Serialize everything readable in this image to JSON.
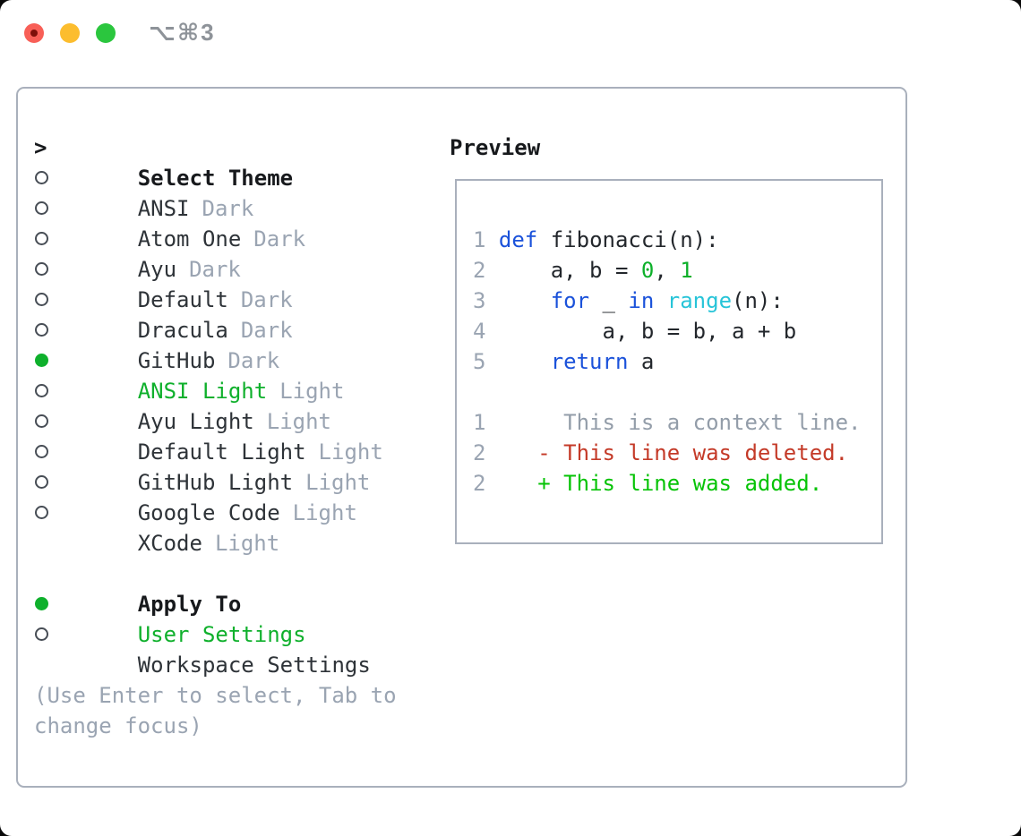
{
  "window": {
    "title_shortcut": "⌥⌘3",
    "traffic_lights": [
      "close",
      "minimize",
      "zoom"
    ]
  },
  "theme_picker": {
    "header": {
      "marker": ">",
      "label": "Select Theme"
    },
    "themes": [
      {
        "name": "ANSI",
        "tag": "Dark",
        "selected": false
      },
      {
        "name": "Atom One",
        "tag": "Dark",
        "selected": false
      },
      {
        "name": "Ayu",
        "tag": "Dark",
        "selected": false
      },
      {
        "name": "Default",
        "tag": "Dark",
        "selected": false
      },
      {
        "name": "Dracula",
        "tag": "Dark",
        "selected": false
      },
      {
        "name": "GitHub",
        "tag": "Dark",
        "selected": false
      },
      {
        "name": "ANSI Light",
        "tag": "Light",
        "selected": true
      },
      {
        "name": "Ayu Light",
        "tag": "Light",
        "selected": false
      },
      {
        "name": "Default Light",
        "tag": "Light",
        "selected": false
      },
      {
        "name": "GitHub Light",
        "tag": "Light",
        "selected": false
      },
      {
        "name": "Google Code",
        "tag": "Light",
        "selected": false
      },
      {
        "name": "XCode",
        "tag": "Light",
        "selected": false
      }
    ],
    "apply_to": {
      "label": "Apply To",
      "options": [
        {
          "name": "User Settings",
          "selected": true
        },
        {
          "name": "Workspace Settings",
          "selected": false
        }
      ]
    },
    "hint_line1": "(Use Enter to select, Tab to",
    "hint_line2": "change focus)"
  },
  "preview": {
    "label": "Preview",
    "lines": [
      {
        "segs": [
          {
            "c": "ln",
            "t": "1 "
          },
          {
            "c": "kw",
            "t": "def"
          },
          {
            "c": "tx",
            "t": " fibonacci(n):"
          }
        ]
      },
      {
        "segs": [
          {
            "c": "ln",
            "t": "2 "
          },
          {
            "c": "tx",
            "t": "    a, b = "
          },
          {
            "c": "lit",
            "t": "0"
          },
          {
            "c": "tx",
            "t": ", "
          },
          {
            "c": "lit",
            "t": "1"
          }
        ]
      },
      {
        "segs": [
          {
            "c": "ln",
            "t": "3 "
          },
          {
            "c": "tx",
            "t": "    "
          },
          {
            "c": "kw",
            "t": "for"
          },
          {
            "c": "tx",
            "t": " _ "
          },
          {
            "c": "kw",
            "t": "in"
          },
          {
            "c": "tx",
            "t": " "
          },
          {
            "c": "fn",
            "t": "range"
          },
          {
            "c": "tx",
            "t": "(n):"
          }
        ]
      },
      {
        "segs": [
          {
            "c": "ln",
            "t": "4 "
          },
          {
            "c": "tx",
            "t": "        a, b = b, a + b"
          }
        ]
      },
      {
        "segs": [
          {
            "c": "ln",
            "t": "5 "
          },
          {
            "c": "tx",
            "t": "    "
          },
          {
            "c": "kw",
            "t": "return"
          },
          {
            "c": "tx",
            "t": " a"
          }
        ]
      },
      {
        "segs": []
      },
      {
        "segs": [
          {
            "c": "ln",
            "t": "1 "
          },
          {
            "c": "ctx",
            "t": "     This is a context line."
          }
        ]
      },
      {
        "segs": [
          {
            "c": "ln",
            "t": "2 "
          },
          {
            "c": "tx",
            "t": "   "
          },
          {
            "c": "del",
            "t": "- This line was deleted."
          }
        ]
      },
      {
        "segs": [
          {
            "c": "ln",
            "t": "2 "
          },
          {
            "c": "tx",
            "t": "   "
          },
          {
            "c": "add",
            "t": "+ This line was added."
          }
        ]
      }
    ]
  },
  "colors": {
    "accent_green": "#0fb02c",
    "keyword_blue": "#1b52da",
    "function_cyan": "#27c4d8",
    "literal_green": "#0db02a",
    "deleted_red": "#c43a28",
    "added_green": "#06c306",
    "muted_gray": "#9aa4b2",
    "text_dark": "#2e3338",
    "border_gray": "#a9b0bc",
    "traffic_red": "#f85f57",
    "traffic_yellow": "#fcbd2e",
    "traffic_green": "#2bc63e"
  }
}
